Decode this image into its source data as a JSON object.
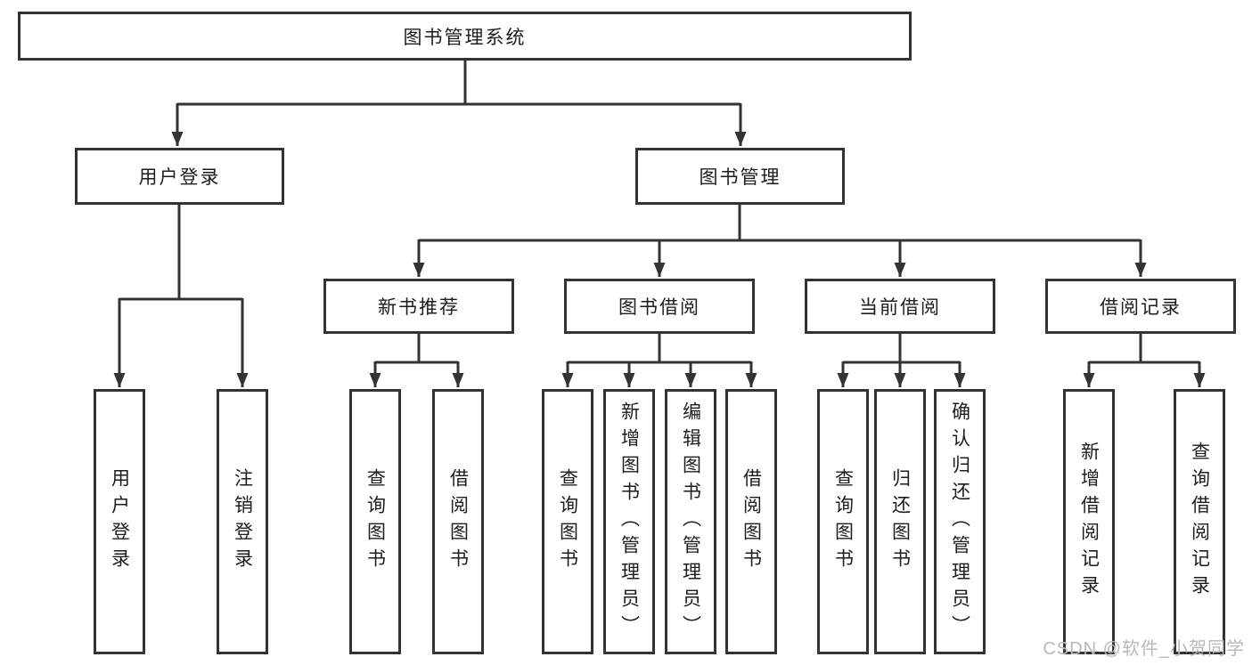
{
  "diagram": {
    "title": "图书管理系统",
    "level2": {
      "user_login": "用户登录",
      "book_management": "图书管理"
    },
    "level3": {
      "new_book_recommend": "新书推荐",
      "book_borrow": "图书借阅",
      "current_borrow": "当前借阅",
      "borrow_records": "借阅记录"
    },
    "leaves": {
      "user_login": [
        "用户登录",
        "注销登录"
      ],
      "new_book_recommend": [
        "查询图书",
        "借阅图书"
      ],
      "book_borrow": [
        "查询图书",
        "新增图书（管理员）",
        "编辑图书（管理员）",
        "借阅图书"
      ],
      "current_borrow": [
        "查询图书",
        "归还图书",
        "确认归还（管理员）"
      ],
      "borrow_records": [
        "新增借阅记录",
        "查询借阅记录"
      ]
    },
    "colors": {
      "line": "#333333",
      "box_border": "#333333",
      "box_bg": "#ffffff",
      "text": "#1d1d1d"
    }
  },
  "watermark": {
    "text": "CSDN @软件_小贺同学",
    "color": "#b9b9b9"
  }
}
